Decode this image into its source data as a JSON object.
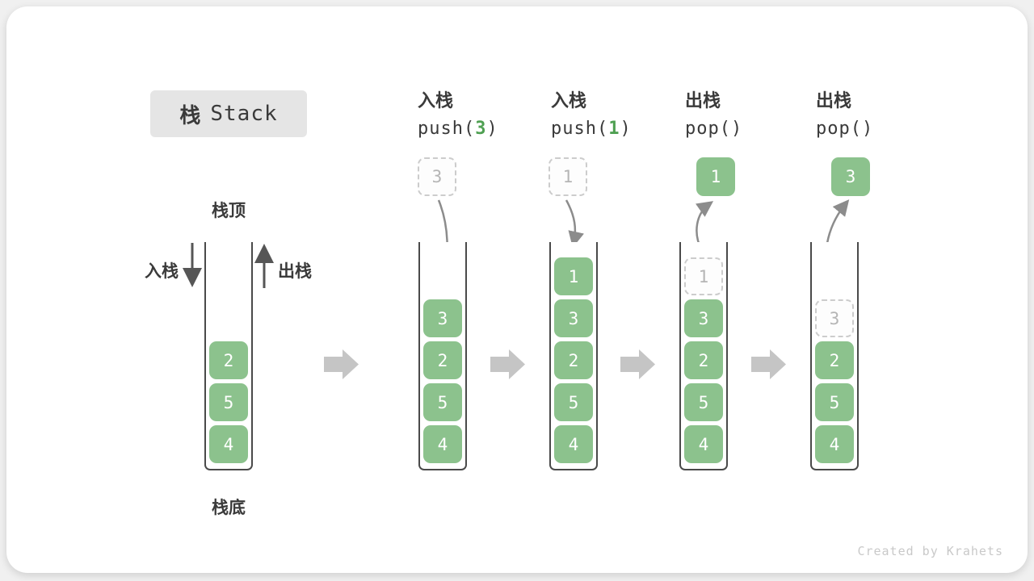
{
  "title": {
    "zh": "栈",
    "en": "Stack"
  },
  "captions": {
    "stack_top": "栈顶",
    "stack_bottom": "栈底",
    "push_side": "入栈",
    "pop_side": "出栈"
  },
  "operations": [
    {
      "label": "入栈",
      "fn": "push(",
      "arg": "3",
      "close": ")"
    },
    {
      "label": "入栈",
      "fn": "push(",
      "arg": "1",
      "close": ")"
    },
    {
      "label": "出栈",
      "fn": "pop(",
      "arg": "",
      "close": ")"
    },
    {
      "label": "出栈",
      "fn": "pop(",
      "arg": "",
      "close": ")"
    }
  ],
  "stacks": [
    {
      "items": [
        "2",
        "5",
        "4"
      ]
    },
    {
      "items": [
        "3",
        "2",
        "5",
        "4"
      ],
      "incoming": "3"
    },
    {
      "items": [
        "1",
        "3",
        "2",
        "5",
        "4"
      ],
      "incoming": "1"
    },
    {
      "items": [
        "3",
        "2",
        "5",
        "4"
      ],
      "ghost": "1",
      "outgoing": "1"
    },
    {
      "items": [
        "2",
        "5",
        "4"
      ],
      "ghost": "3",
      "outgoing": "3"
    }
  ],
  "footer": "Created by Krahets",
  "colors": {
    "element_green": "#8cc28d",
    "element_text": "#ffffff",
    "code_arg_green": "#4fa052",
    "ghost_border": "#cccccc",
    "ghost_text": "#b5b5b5",
    "container_wall": "#4a4a4a",
    "state_arrow": "#c5c5c5",
    "motion_arrow": "#8c8c8c",
    "side_arrow": "#565656",
    "text": "#3a3a3a",
    "title_bg": "#e5e5e5",
    "footer_text": "#c9c9c9"
  }
}
